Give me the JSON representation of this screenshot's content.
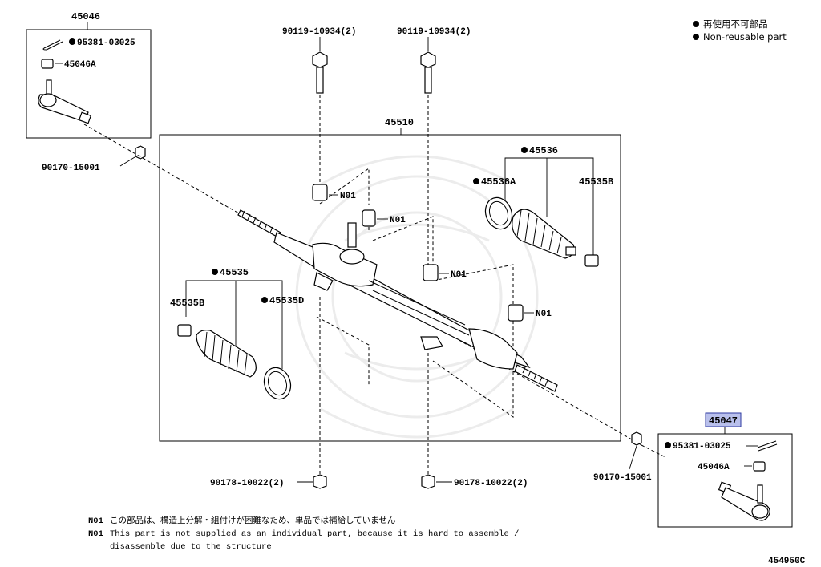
{
  "legend": {
    "jp": "再使用不可部品",
    "en": "Non-reusable part",
    "bullet_color": "#000000"
  },
  "parts": {
    "tie_rod_left_assy": "45046",
    "cotter_pin_left": "95381-03025",
    "nut_left": "45046A",
    "bolt_left": "90119-10934(2)",
    "bolt_right": "90119-10934(2)",
    "gear_assy": "45510",
    "boot_set_right": "45536",
    "clamp_right": "45536A",
    "clip_right": "45535B",
    "no_part_1": "N01",
    "no_part_2": "N01",
    "no_part_3": "N01",
    "no_part_4": "N01",
    "boot_set_left": "45535",
    "clip_left": "45535B",
    "clamp_left": "45535D",
    "nut_lower_left": "90170-15001",
    "nut_lower_right": "90170-15001",
    "bushing_left": "90178-10022(2)",
    "bushing_right": "90178-10022(2)",
    "tie_rod_right_assy": "45047",
    "cotter_pin_right": "95381-03025",
    "nut_right": "45046A"
  },
  "highlight_color": "#b9c0ec",
  "notes": {
    "code": "N01",
    "jp": "この部品は、構造上分解・組付けが困難なため、単品では補給していません",
    "en_line1": "This part is not supplied as an individual part, because it is hard to assemble /",
    "en_line2": "disassemble due to the structure"
  },
  "illustration_id": "454950C"
}
